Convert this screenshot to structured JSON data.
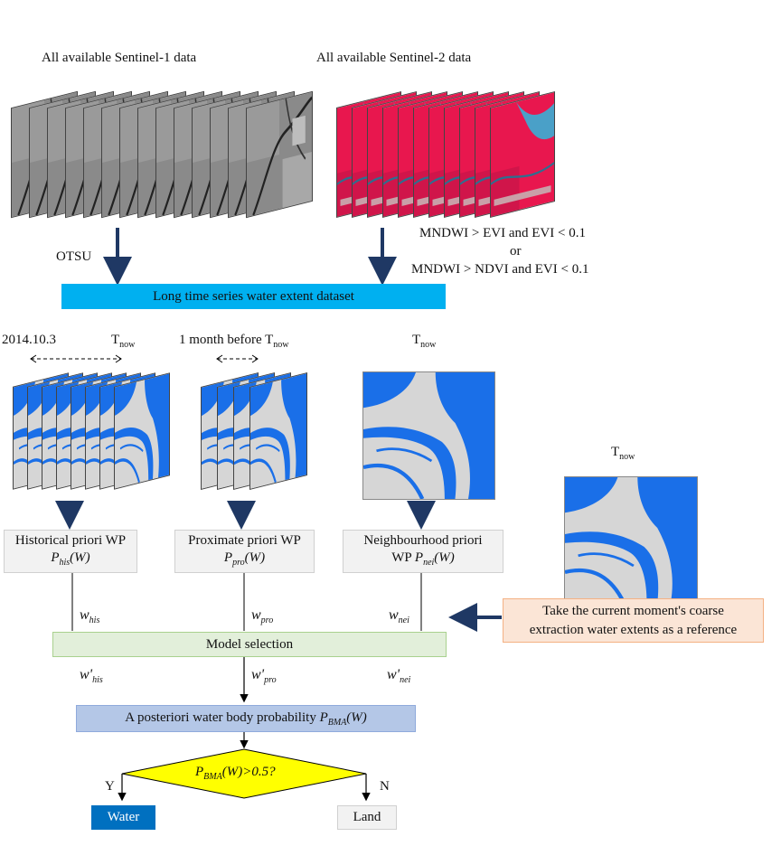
{
  "sources": {
    "s1_label": "All available Sentinel-1 data",
    "s2_label": "All available Sentinel-2 data"
  },
  "methods": {
    "otsu": "OTSU",
    "rule_line1": "MNDWI > EVI and EVI < 0.1",
    "rule_or": "or",
    "rule_line2": "MNDWI > NDVI and EVI < 0.1"
  },
  "dataset": {
    "label": "Long time series water extent dataset"
  },
  "time_labels": {
    "start_date": "2014.10.3",
    "t": "T",
    "now": "now",
    "month_before": "1 month before T"
  },
  "priors": {
    "his_title": "Historical priori WP",
    "his_p": "P",
    "his_sub": "his",
    "his_arg": "(W)",
    "pro_title": "Proximate priori WP",
    "pro_p": "P",
    "pro_sub": "pro",
    "pro_arg": "(W)",
    "nei_title": "Neighbourhood priori",
    "nei_wp": "WP ",
    "nei_p": "P",
    "nei_sub": "nei",
    "nei_arg": "(W)"
  },
  "weights": {
    "w": "w",
    "w_prime": "w'",
    "his": "his",
    "pro": "pro",
    "nei": "nei"
  },
  "reference": {
    "line1": "Take the current moment's coarse",
    "line2": "extraction water extents as a reference"
  },
  "model_selection": {
    "label": "Model selection"
  },
  "posterior": {
    "prefix": "A posteriori water body probability ",
    "p": "P",
    "sub": "BMA",
    "arg": "(W)"
  },
  "decision": {
    "p": "P",
    "sub": "BMA",
    "arg": "(W)>0.5?",
    "yes": "Y",
    "no": "N"
  },
  "outcomes": {
    "water": "Water",
    "land": "Land"
  },
  "colors": {
    "arrow": "#1f3864",
    "dataset_fill": "#00b0f0",
    "model_fill": "#e2efda",
    "model_border": "#a9d18e",
    "posterior_fill": "#b4c7e7",
    "posterior_border": "#8faadc",
    "reference_fill": "#fbe5d6",
    "reference_border": "#f4b183",
    "decision_fill": "#ffff00",
    "water_fill": "#0070c0",
    "water_blue": "#1a6fe8",
    "s2_red": "#e8174e"
  }
}
